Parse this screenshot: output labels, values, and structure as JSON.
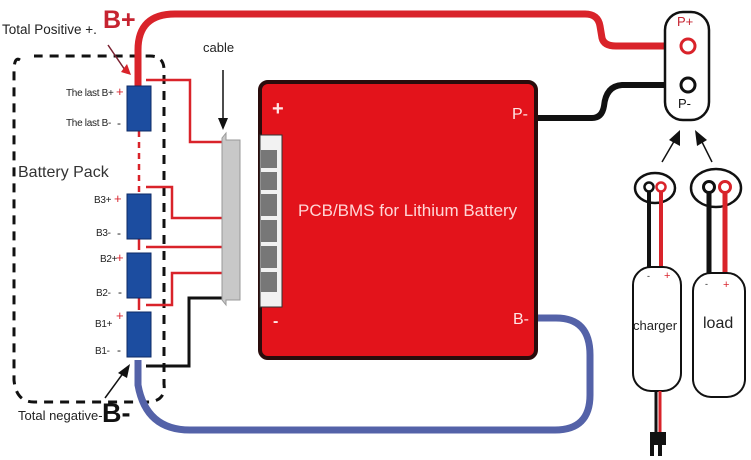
{
  "title_labels": {
    "total_positive": "Total Positive +.",
    "b_plus": "B+",
    "total_negative": "Total negative-",
    "b_minus": "B-",
    "cable": "cable",
    "battery_pack": "Battery Pack"
  },
  "cells": [
    {
      "plus_label": "The last B+",
      "minus_label": "The last B-"
    },
    {
      "plus_label": "B3+",
      "minus_label": "B3-"
    },
    {
      "plus_label": "B2+",
      "minus_label": "B2-"
    },
    {
      "plus_label": "B1+",
      "minus_label": "B1-"
    }
  ],
  "pcb": {
    "title": "PCB/BMS for Lithium Battery",
    "plus": "+",
    "minus": "-",
    "p_minus": "P-",
    "b_minus": "B-"
  },
  "output_port": {
    "p_plus": "P+",
    "p_minus": "P-"
  },
  "devices": {
    "charger": "charger",
    "load": "load",
    "plus": "+",
    "minus": "-"
  },
  "colors": {
    "positive_wire": "#d9232a",
    "negative_wire": "#111111",
    "b_minus_wire": "#5462a8",
    "cell_fill": "#1c4da0",
    "pcb_fill": "#e3131b",
    "connector_gray": "#c8c8c8"
  }
}
